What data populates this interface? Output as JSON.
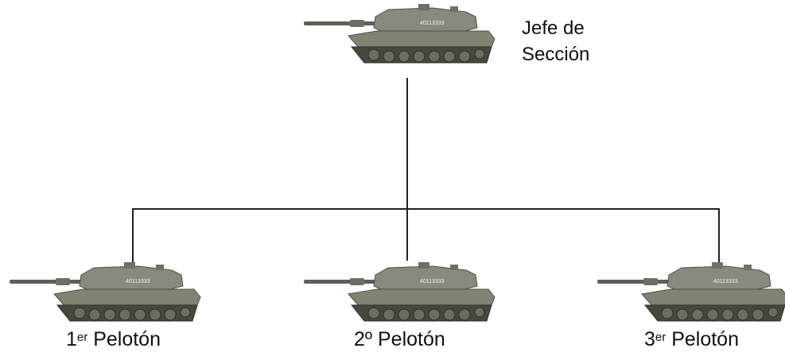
{
  "chief": {
    "label_line1": "Jefe de",
    "label_line2": "Sección",
    "hull_number": "40113333"
  },
  "platoons": [
    {
      "number": "1",
      "suffix": "er",
      "word": "Pelotón",
      "hull_number": "40113333"
    },
    {
      "number": "2",
      "suffix": "º",
      "word": "Pelotón",
      "hull_number": "40113333"
    },
    {
      "number": "3",
      "suffix": "er",
      "word": "Pelotón",
      "hull_number": "40113333"
    }
  ],
  "colors": {
    "tank_body": "#7d8274",
    "tank_dark": "#4f524a",
    "line": "#222222"
  }
}
